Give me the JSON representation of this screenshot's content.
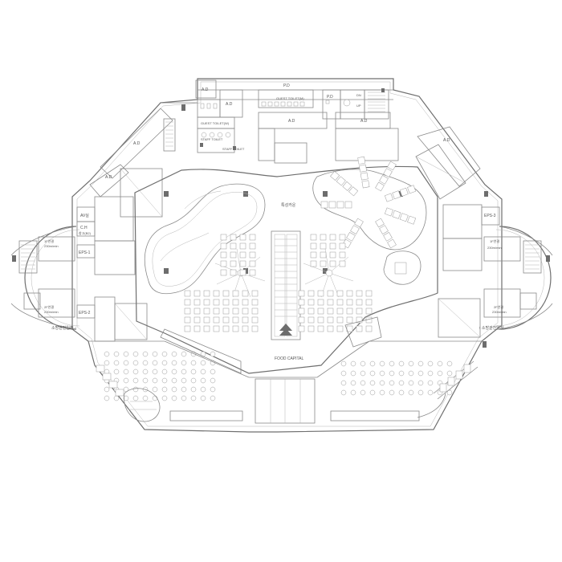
{
  "labels": {
    "pd_top": "P.D",
    "ad_toilet_left": "A.D",
    "ad_toilet_right": "A.D",
    "guest_toilet_m": "GUEST TOILET(M)",
    "guest_toilet_w": "GUEST TOILET(W)",
    "staff_toilet_1": "STAFF TOILET",
    "staff_toilet_2": "STAFF TOILET",
    "pd_right": "P.D",
    "dn": "DN",
    "up": "UP",
    "ad_mid": "A.D",
    "ad_right_top": "A.D",
    "ad_left_diag": "A.D",
    "ad_left_lower": "A.D",
    "ad_right_diag": "A.D",
    "av_room": "AV실",
    "ch": "C.H",
    "storage": "창고(B2)",
    "eps1": "EPS-1",
    "eps2": "EPS-2",
    "eps3": "EPS-3",
    "stair_1f_left": "1F연결",
    "stair_1f_left_w": "230m/min",
    "stair_2f_left": "2F연결",
    "stair_2f_left_w": "230m/min",
    "stair_1f_right": "1F연결",
    "stair_1f_right_w": "230m/min",
    "stair_2f_right": "2F연결",
    "stair_2f_right_w": "230m/min",
    "fire_left": "소방관진입창 ↑",
    "fire_right": "↑ 소방관진입창",
    "central": "특성카운",
    "food_capital": "FOOD CAPITAL"
  }
}
